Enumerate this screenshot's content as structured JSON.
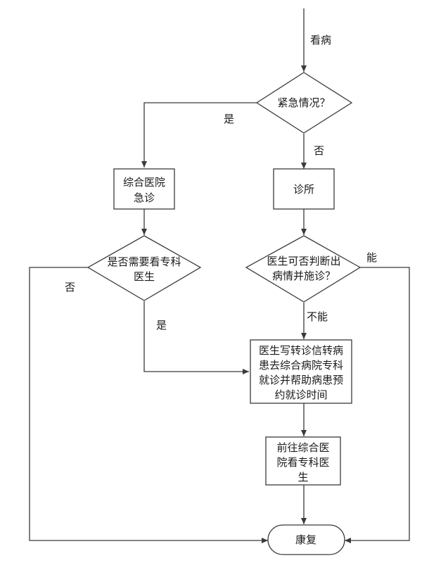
{
  "nodes": {
    "emergency": "紧急情况？",
    "general_er": [
      "综合医院",
      "急诊"
    ],
    "clinic": "诊所",
    "need_specialist": [
      "是否需要看专科",
      "医生"
    ],
    "doctor_can_diagnose": [
      "医生可否判断出",
      "病情并施诊？"
    ],
    "referral": [
      "医生写转诊信转病",
      "患去综合病院专科",
      "就诊并帮助病患预",
      "约就诊时间"
    ],
    "visit_specialist": [
      "前往综合医",
      "院看专科医",
      "生"
    ],
    "recover": "康复"
  },
  "labels": {
    "start": "看病",
    "emergency_yes": "是",
    "emergency_no": "否",
    "specialist_no": "否",
    "specialist_yes": "是",
    "diagnose_yes": "能",
    "diagnose_no": "不能"
  }
}
